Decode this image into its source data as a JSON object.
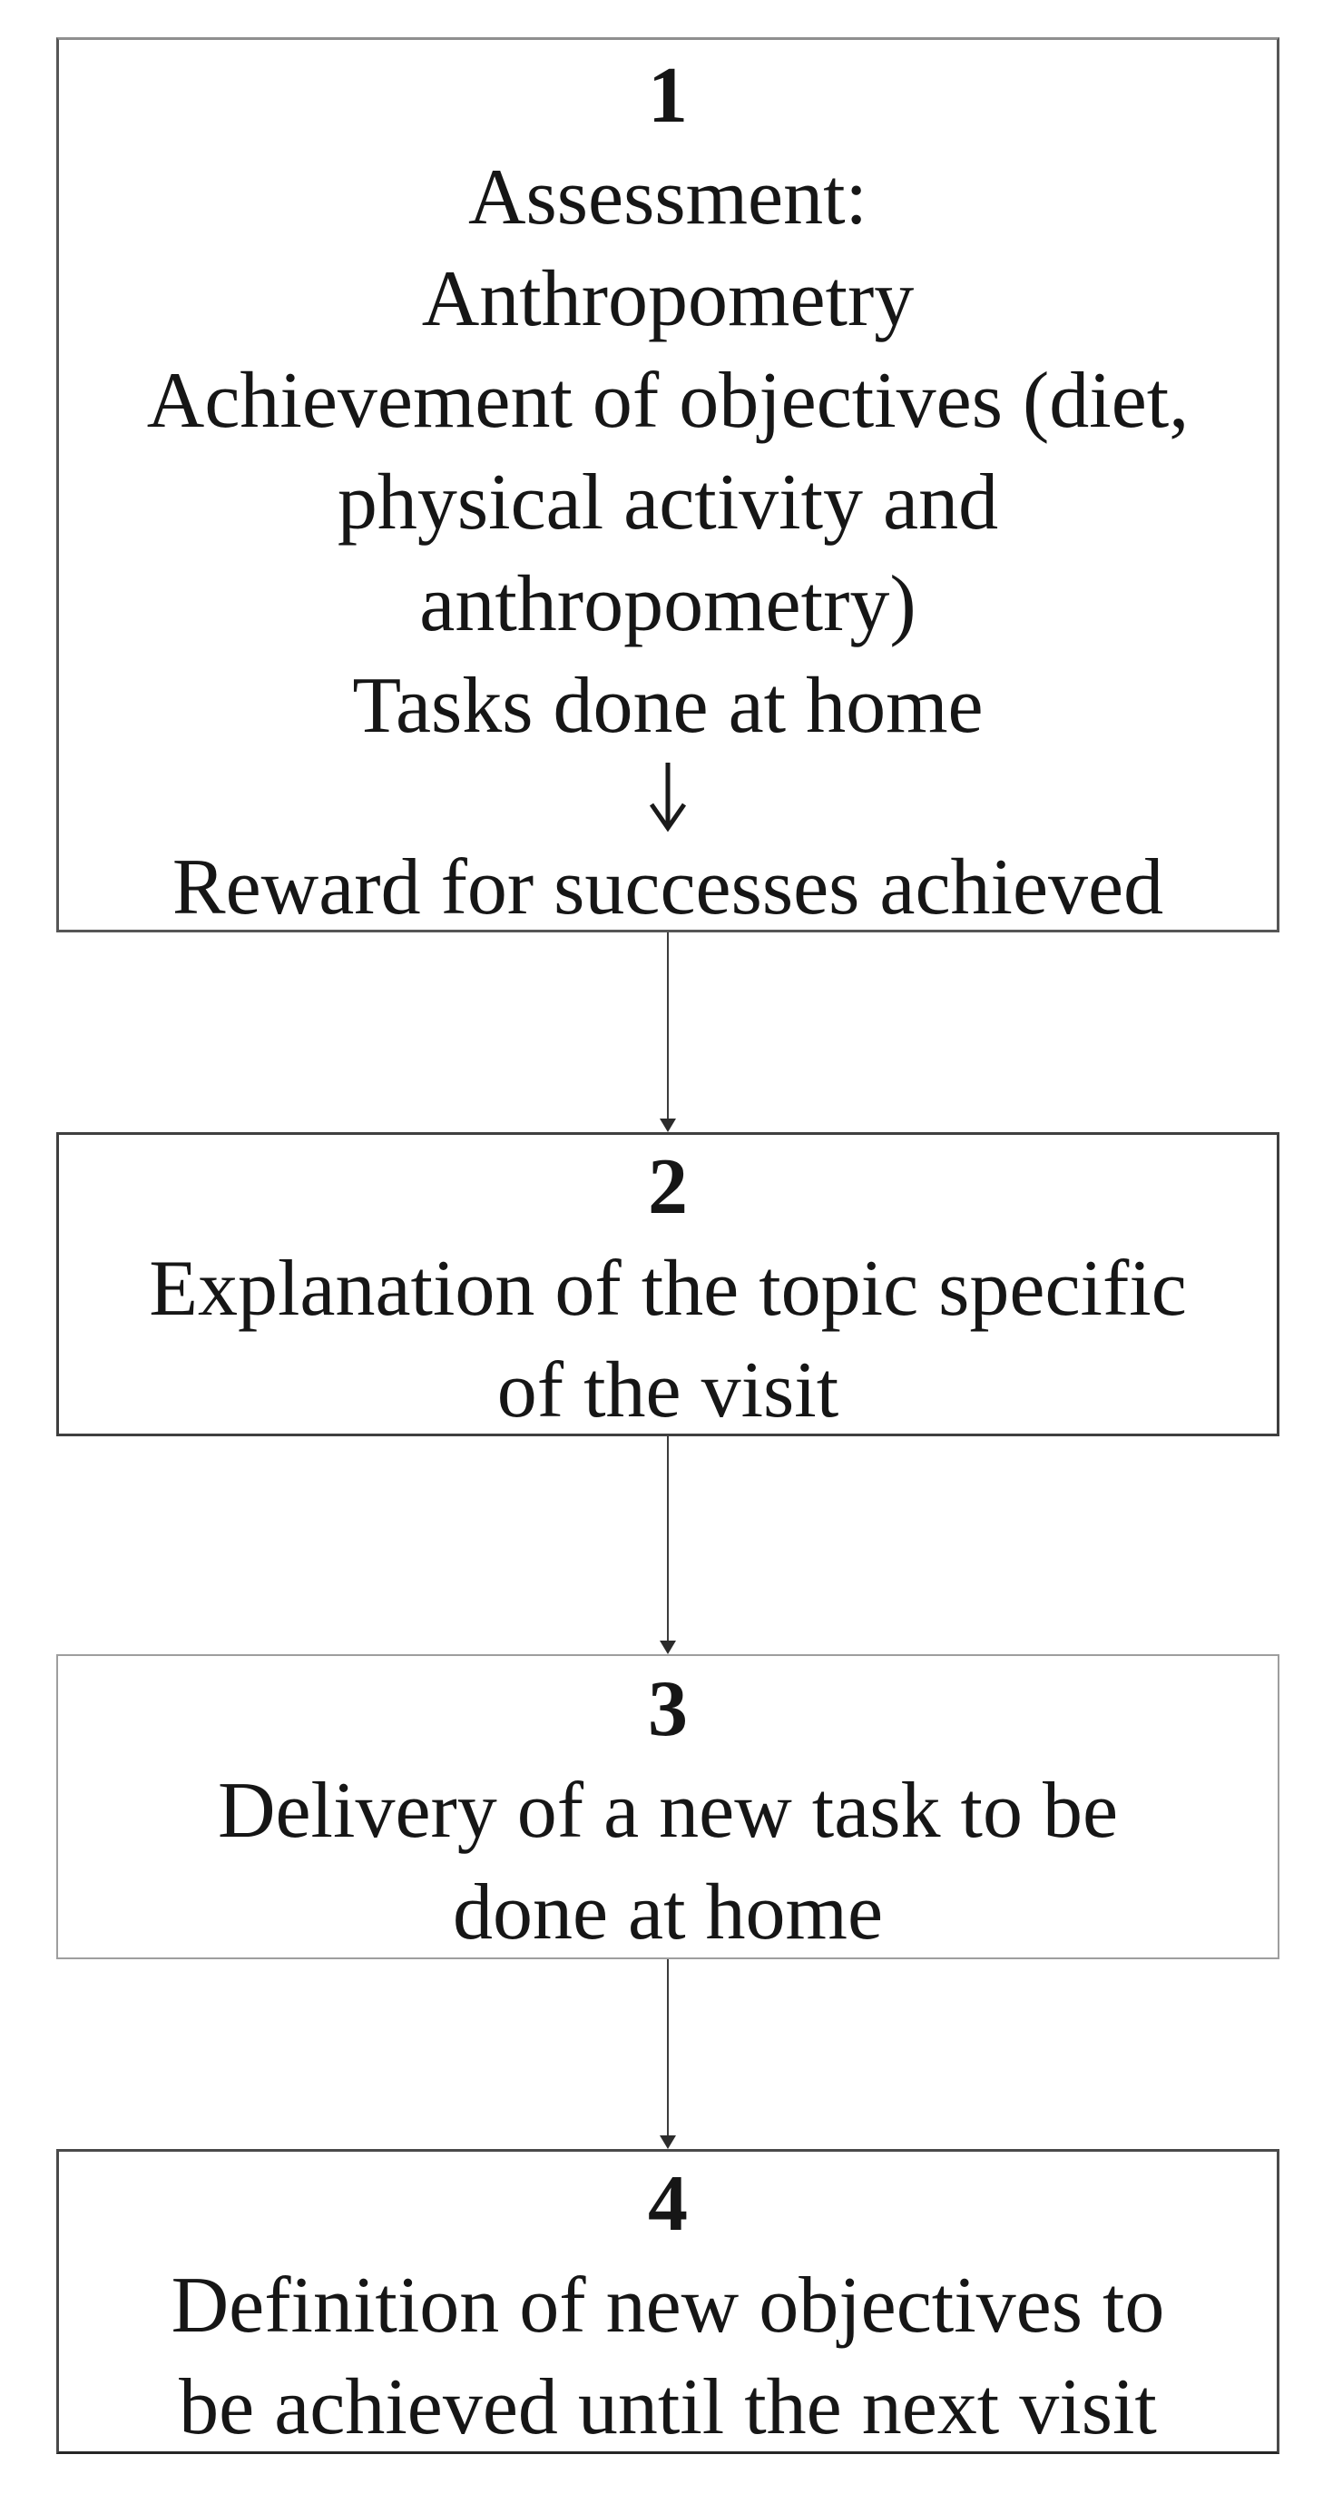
{
  "colors": {
    "background": "#ffffff",
    "text": "#161616",
    "box_border_dark": "#3f3f3f",
    "box_border_light": "#9e9e9e",
    "arrow": "#2c2c2c"
  },
  "boxes": [
    {
      "number": "1",
      "lines": [
        "Assessment:",
        "Anthropometry",
        "Achievement of objectives (diet,",
        "physical activity and",
        "anthropometry)",
        "Tasks done at home"
      ],
      "reward_line": "Reward for successes achieved"
    },
    {
      "number": "2",
      "lines": [
        "Explanation of the topic specific",
        "of the visit"
      ]
    },
    {
      "number": "3",
      "lines": [
        "Delivery of a new task to be",
        "done at home"
      ]
    },
    {
      "number": "4",
      "lines": [
        "Definition of new objectives to",
        "be achieved until the next visit"
      ]
    }
  ]
}
